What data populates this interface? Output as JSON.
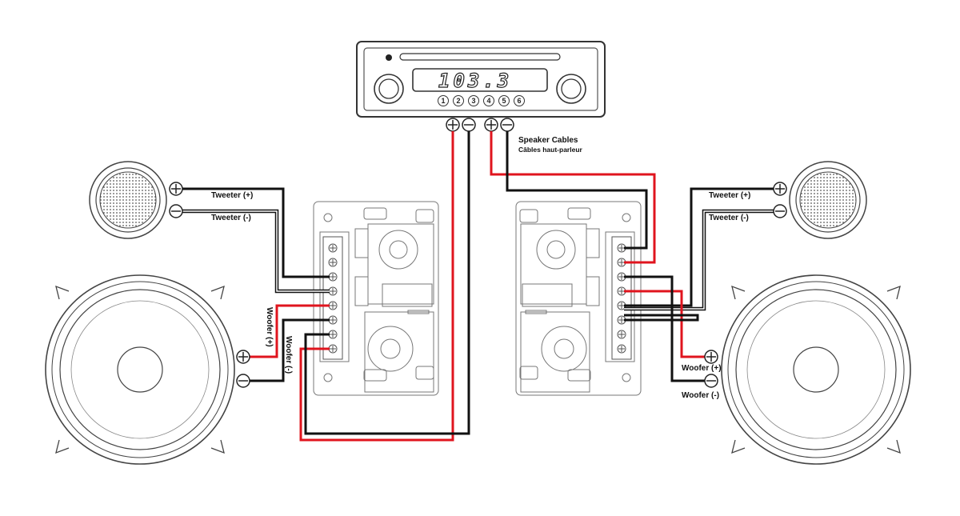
{
  "head_unit": {
    "display": "103.3",
    "presets": [
      "1",
      "2",
      "3",
      "4",
      "5",
      "6"
    ]
  },
  "labels": {
    "speaker_cables_en": "Speaker Cables",
    "speaker_cables_fr": "Câbles haut-parleur",
    "left_tweeter_plus": "Tweeter (+)",
    "left_tweeter_minus": "Tweeter (-)",
    "left_woofer_plus": "Woofer (+)",
    "left_woofer_minus": "Woofer (-)",
    "right_tweeter_plus": "Tweeter (+)",
    "right_tweeter_minus": "Tweeter (-)",
    "right_woofer_plus": "Woofer (+)",
    "right_woofer_minus": "Woofer (-)"
  },
  "colors": {
    "positive_wire": "#e0141e",
    "negative_wire": "#111111",
    "outline": "#444444",
    "panel": "#ffffff"
  }
}
